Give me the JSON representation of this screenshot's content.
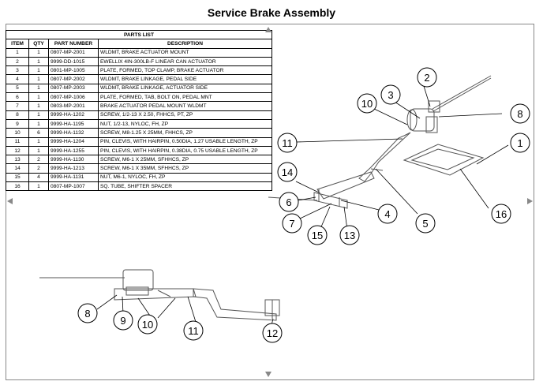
{
  "title": "Service Brake Assembly",
  "parts_list": {
    "caption": "PARTS LIST",
    "headers": [
      "ITEM",
      "QTY",
      "PART NUMBER",
      "DESCRIPTION"
    ],
    "rows": [
      [
        "1",
        "1",
        "0807-MP-2001",
        "WLDMT, BRAKE ACTUATOR MOUNT"
      ],
      [
        "2",
        "1",
        "9999-DD-1015",
        "EWELLIX 4IN-300LB-F LINEAR CAN ACTUATOR"
      ],
      [
        "3",
        "1",
        "0801-MP-1005",
        "PLATE, FORMED, TOP CLAMP, BRAKE ACTUATOR"
      ],
      [
        "4",
        "1",
        "0807-MP-2002",
        "WLDMT, BRAKE LINKAGE, PEDAL SIDE"
      ],
      [
        "5",
        "1",
        "0807-MP-2003",
        "WLDMT, BRAKE LINKAGE, ACTUATOR SIDE"
      ],
      [
        "6",
        "1",
        "0807-MP-1006",
        "PLATE, FORMED, TAB, BOLT ON, PEDAL MNT"
      ],
      [
        "7",
        "1",
        "0803-MP-2001",
        "BRAKE ACTUATOR PEDAL MOUNT WLDMT"
      ],
      [
        "8",
        "1",
        "9999-HA-1202",
        "SCREW, 1/2-13 X 2.50, FHHCS, PT, ZP"
      ],
      [
        "9",
        "1",
        "9999-HA-1195",
        "NUT, 1/2-13, NYLOC, FH, ZP"
      ],
      [
        "10",
        "6",
        "9999-HA-1132",
        "SCREW, M8-1.25 X 25MM, FHHCS, ZP"
      ],
      [
        "11",
        "1",
        "9999-HA-1204",
        "PIN, CLEVIS, WITH HAIRPIN, 0.50DIA, 1.27 USABLE LENGTH, ZP"
      ],
      [
        "12",
        "1",
        "9999-HA-1255",
        "PIN, CLEVIS, WITH HAIRPIN, 0.38DIA, 0.75 USABLE LENGTH, ZP"
      ],
      [
        "13",
        "2",
        "9999-HA-1130",
        "SCREW, M6-1 X 25MM, SFHHCS, ZP"
      ],
      [
        "14",
        "2",
        "9999-HA-1213",
        "SCREW, M6-1 X 35MM, SFHHCS, ZP"
      ],
      [
        "15",
        "4",
        "9999-HA-1131",
        "NUT, M6-1, NYLOC, FH, ZP"
      ],
      [
        "16",
        "1",
        "0807-MP-1007",
        "SQ. TUBE, SHIFTER SPACER"
      ]
    ]
  },
  "callouts": {
    "c1": "1",
    "c2": "2",
    "c3": "3",
    "c4": "4",
    "c5": "5",
    "c6": "6",
    "c7": "7",
    "c8": "8",
    "c10": "10",
    "c11": "11",
    "c13": "13",
    "c14": "14",
    "c15": "15",
    "c16": "16",
    "b8": "8",
    "b9": "9",
    "b10": "10",
    "b11": "11",
    "b12": "12"
  },
  "colors": {
    "line": "#000000",
    "frame": "#888888",
    "part": "#555555"
  }
}
